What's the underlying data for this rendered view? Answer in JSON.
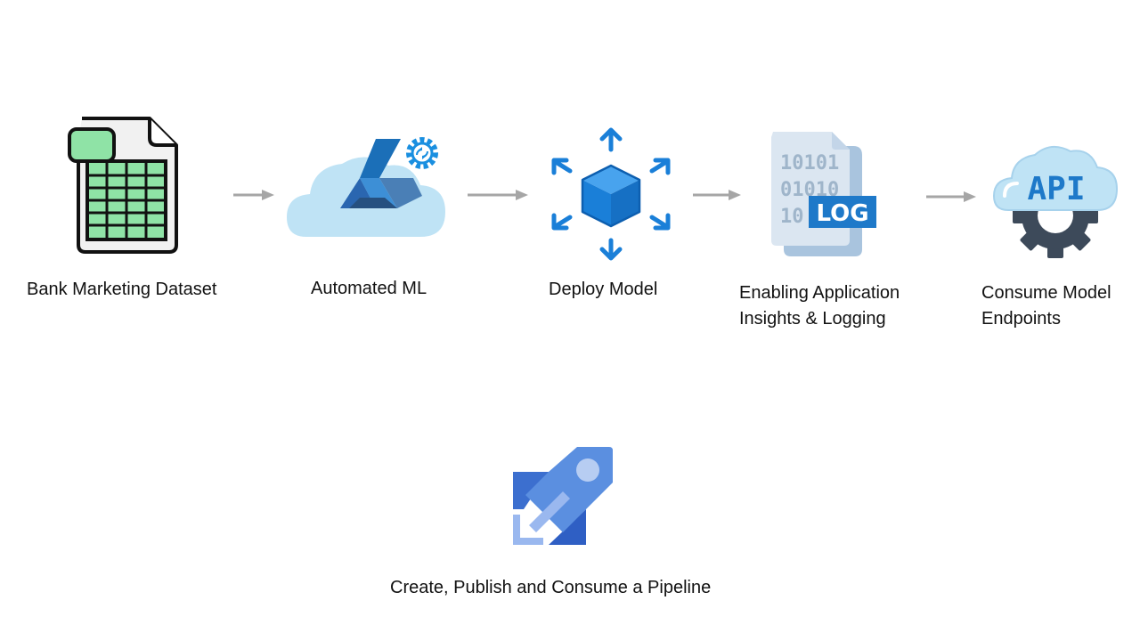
{
  "steps": [
    {
      "id": "dataset",
      "label": "Bank Marketing Dataset",
      "icon": "spreadsheet-file-icon"
    },
    {
      "id": "automl",
      "label": "Automated ML",
      "icon": "azure-ml-cloud-icon"
    },
    {
      "id": "deploy",
      "label": "Deploy Model",
      "icon": "deploy-cube-icon"
    },
    {
      "id": "logging",
      "label_line1": "Enabling Application",
      "label_line2": "Insights & Logging",
      "icon": "log-file-icon",
      "log_text": "LOG",
      "binary": [
        "10101",
        "01010",
        "10"
      ]
    },
    {
      "id": "consume",
      "label_line1": "Consume Model",
      "label_line2": "Endpoints",
      "icon": "api-cloud-gear-icon",
      "api_text": "API"
    }
  ],
  "pipeline": {
    "label": "Create, Publish and Consume a Pipeline",
    "icon": "azure-pipelines-rocket-icon"
  },
  "colors": {
    "arrow": "#a6a6a6",
    "azure_blue": "#1a7fd8",
    "sheet_green": "#8fe3a6",
    "cloud_light": "#bfe3f5",
    "gear_dark": "#3d4a5a"
  }
}
